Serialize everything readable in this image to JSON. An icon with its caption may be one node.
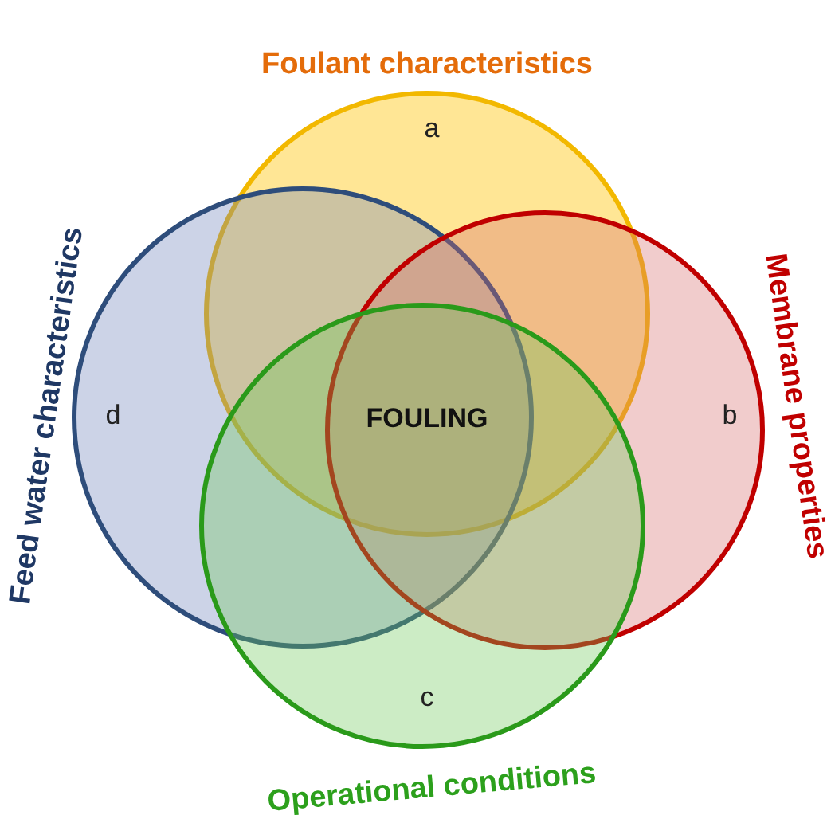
{
  "diagram": {
    "nodes": [
      {
        "text": [
          "Foulant characteristics",
          "a"
        ]
      },
      {
        "text": [
          "Feed water characteristics",
          "d"
        ]
      },
      {
        "text": [
          "Membrane properties",
          "b"
        ]
      },
      {
        "text": [
          "Operational conditions",
          "c"
        ]
      }
    ],
    "labels": [
      "FOULING"
    ]
  }
}
